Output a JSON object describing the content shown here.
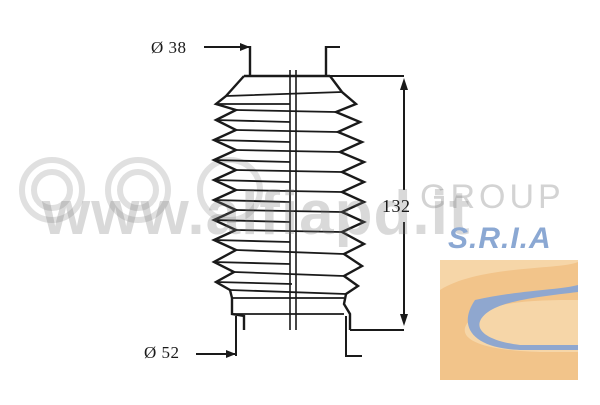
{
  "dimensions": {
    "top_diameter": "Ø 38",
    "bottom_diameter": "Ø 52",
    "length": "132"
  },
  "watermark": {
    "site": "www.alfiapd.it",
    "group": "GROUP",
    "logo": "S.R.I.A"
  },
  "colors": {
    "ink": "#1a1a1a",
    "logo_blue": "#8ba8d3",
    "logo_orange": "#f2c48a"
  }
}
